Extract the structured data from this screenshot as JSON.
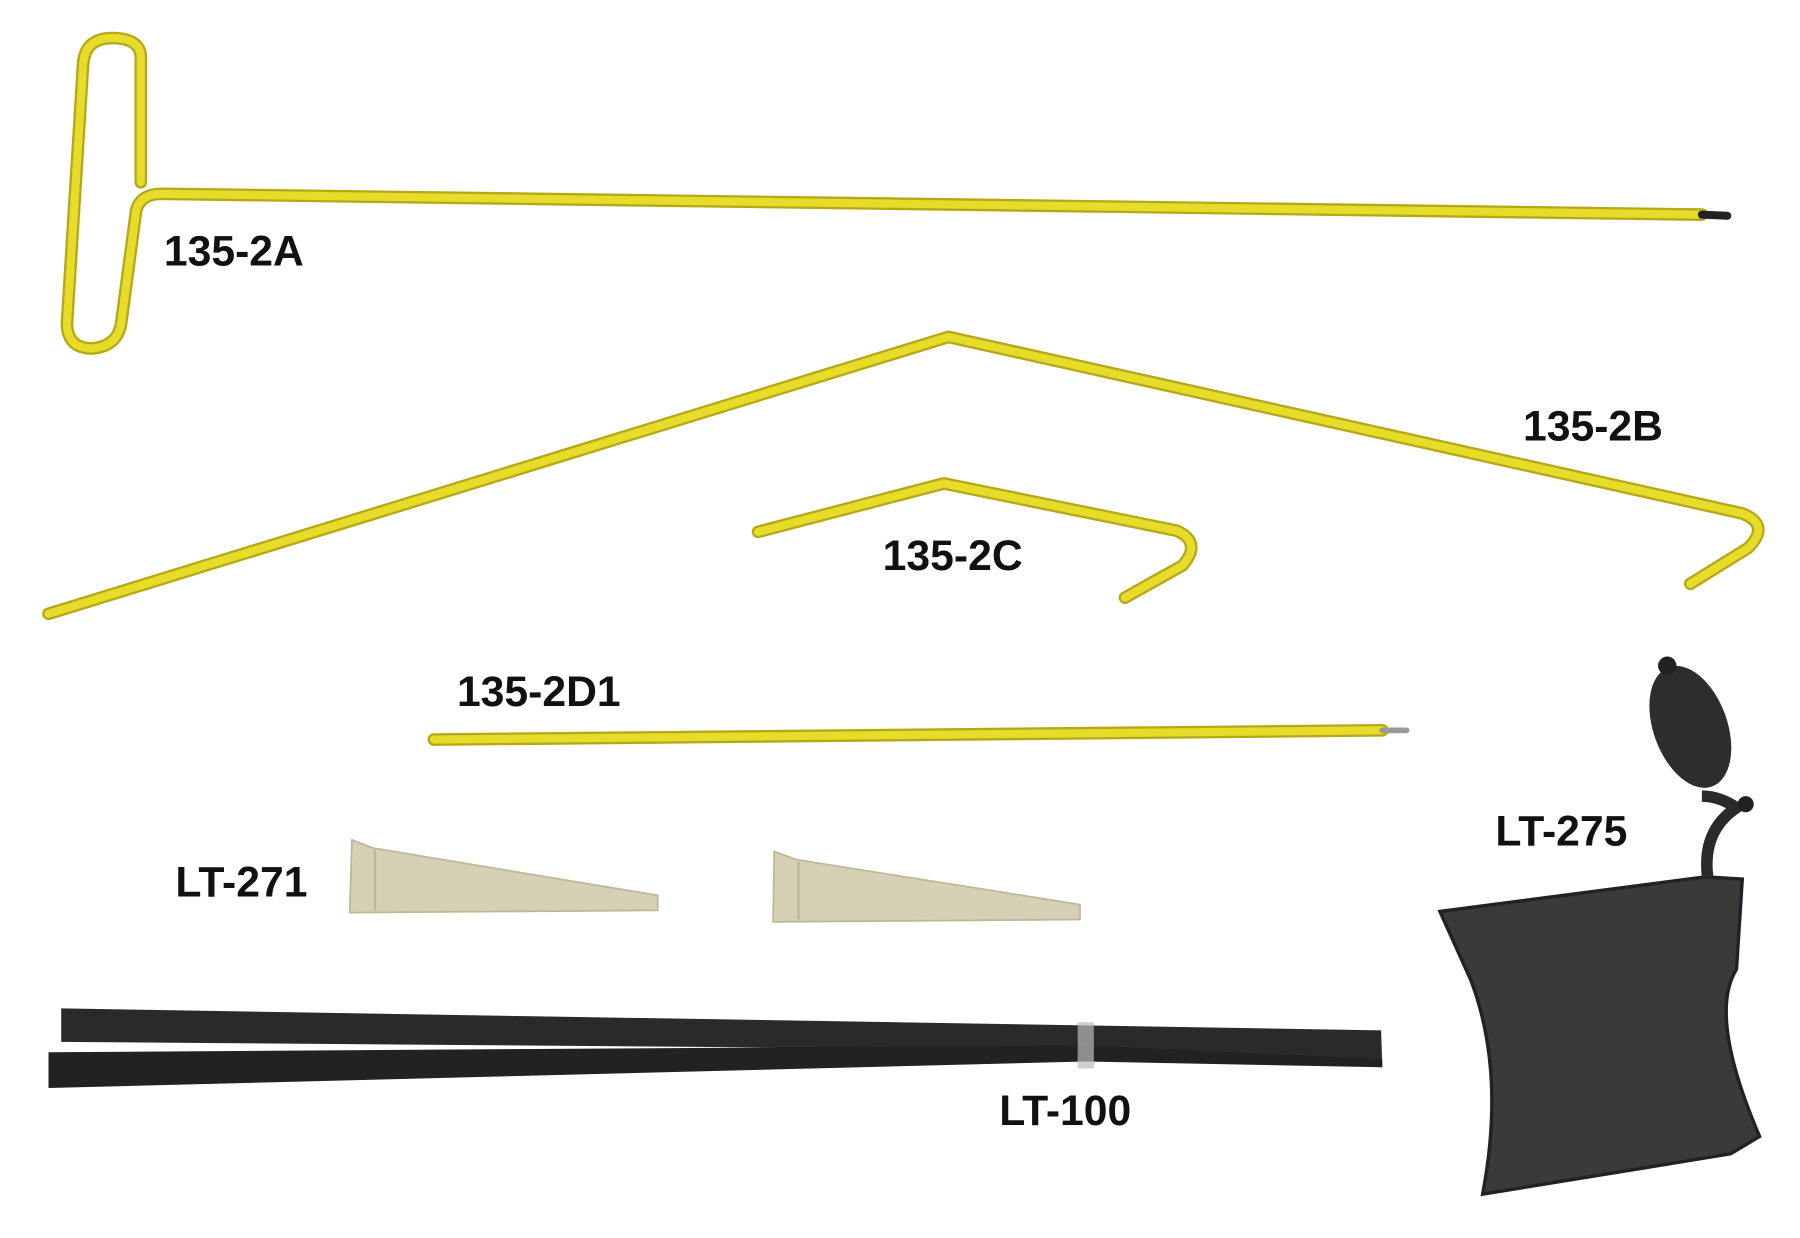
{
  "colors": {
    "rod": "#e8dc2a",
    "rod_edge": "#b5a816",
    "wedge": "#d6d0b4",
    "strap": "#2a2a2a",
    "bag": "#3a3a38"
  },
  "products": [
    {
      "label": "135-2A"
    },
    {
      "label": "135-2B"
    },
    {
      "label": "135-2C"
    },
    {
      "label": "135-2D1"
    },
    {
      "label": "LT-271"
    },
    {
      "label": "LT-275"
    },
    {
      "label": "LT-100"
    }
  ]
}
